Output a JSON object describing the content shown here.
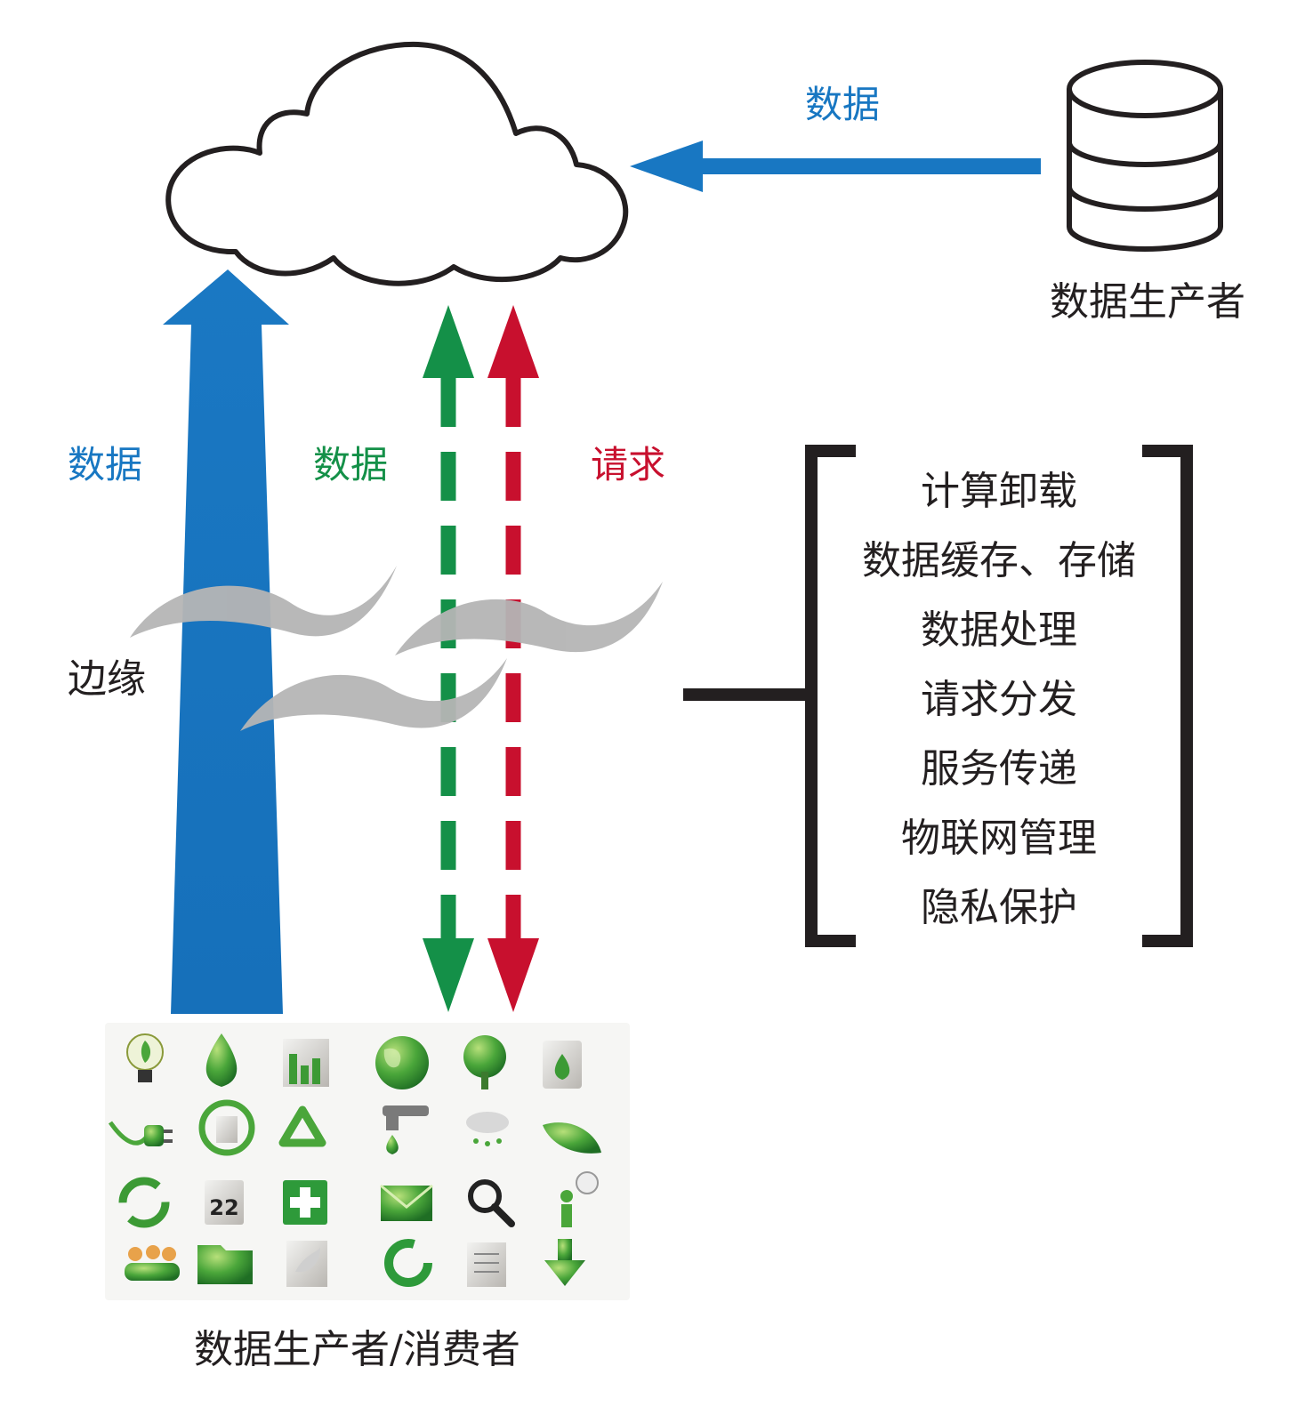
{
  "labels": {
    "cloud_data": "数据",
    "producer": "数据生产者",
    "upload_data": "数据",
    "down_data": "数据",
    "request": "请求",
    "edge": "边缘",
    "bottom": "数据生产者/消费者"
  },
  "functions": [
    "计算卸载",
    "数据缓存、存储",
    "数据处理",
    "请求分发",
    "服务传递",
    "物联网管理",
    "隐私保护"
  ],
  "icons": {
    "row1": [
      "bulb-icon",
      "water-drop-icon",
      "bar-chart-icon",
      "globe-icon",
      "tree-icon",
      "fuel-can-icon"
    ],
    "row2": [
      "plug-icon",
      "recycle-document-icon",
      "recycle-icon",
      "faucet-icon",
      "rain-cloud-icon",
      "leaf-icon"
    ],
    "row3": [
      "refresh-icon",
      "calendar-icon",
      "plus-icon",
      "mail-icon",
      "magnifier-icon",
      "person-speech-icon"
    ],
    "row4": [
      "users-icon",
      "folder-icon",
      "document-leaf-icon",
      "reload-icon",
      "document-icon",
      "download-arrow-icon"
    ],
    "calendar_day": "22"
  },
  "colors": {
    "blue": "#1877c2",
    "green": "#149048",
    "red": "#c8102e",
    "gray": "#b5b5b5",
    "black": "#231f20",
    "icon_green": "#4aa63a"
  }
}
